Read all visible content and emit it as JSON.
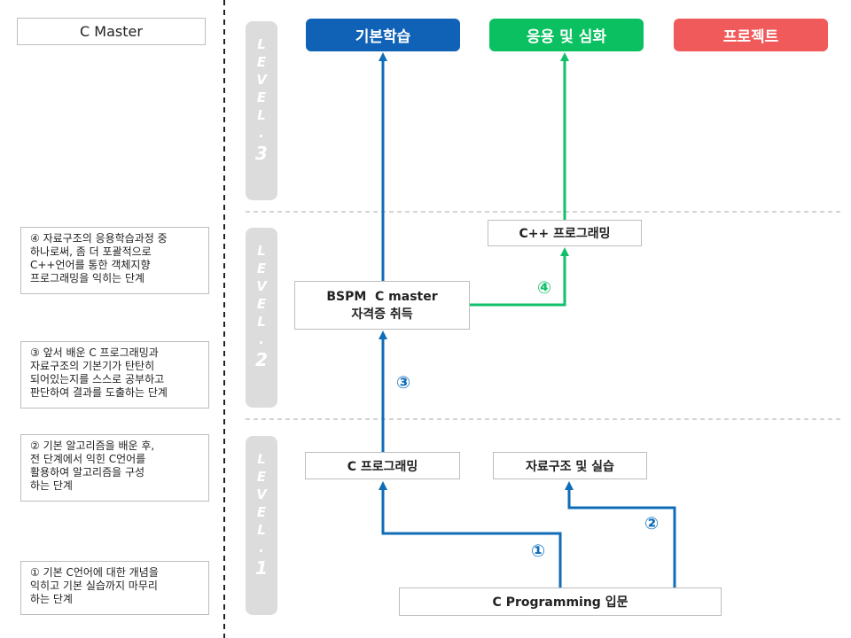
{
  "title": "C Master",
  "levels": [
    {
      "letters": [
        "L",
        "E",
        "V",
        "E",
        "L",
        "."
      ],
      "num": "3"
    },
    {
      "letters": [
        "L",
        "E",
        "V",
        "E",
        "L",
        "."
      ],
      "num": "2"
    },
    {
      "letters": [
        "L",
        "E",
        "V",
        "E",
        "L",
        "."
      ],
      "num": "1"
    }
  ],
  "categories": {
    "basic": "기본학습",
    "advanced": "응용 및 심화",
    "project": "프로젝트"
  },
  "nodes": {
    "cpp": "C++ 프로그래밍",
    "bspm_line1": "BSPM  C master",
    "bspm_line2": "자격증 취득",
    "c_prog": "C 프로그래밍",
    "data_struct": "자료구조 및 실습",
    "intro": "C Programming 입문"
  },
  "steps": [
    "①",
    "②",
    "③",
    "④"
  ],
  "notes": [
    "④ 자료구조의 응용학습과정 중\n    하나로써, 좀 더 포괄적으로\n    C++언어를 통한 객체지향\n    프로그래밍을 익히는 단계",
    "③ 앞서 배운 C 프로그래밍과\n    자료구조의 기본기가 탄탄히\n    되어있는지를 스스로 공부하고\n    판단하여 결과를 도출하는 단계",
    "② 기본 알고리즘을 배운 후,\n    전 단계에서 익힌 C언어를\n    활용하여 알고리즘을 구성\n    하는 단계",
    "① 기본 C언어에 대한 개념을\n    익히고 기본 실습까지 마무리\n    하는 단계"
  ],
  "colors": {
    "basic": "#0f62b6",
    "advanced": "#0bc061",
    "project": "#f15a5a",
    "level_bg": "#dcdcdc",
    "blue_path": "#0f6db8",
    "green_path": "#11c06a"
  }
}
